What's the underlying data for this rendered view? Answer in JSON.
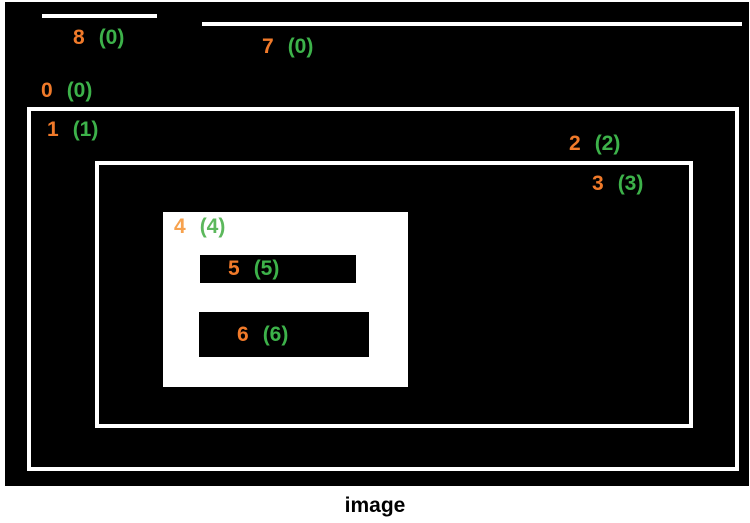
{
  "colors": {
    "background": "#000000",
    "stroke": "#ffffff",
    "index_label": "#f07a2a",
    "parent_label": "#3db24a"
  },
  "caption": "image",
  "contours": [
    {
      "id": "8",
      "index": "8",
      "parent": "(0)",
      "shape": "line"
    },
    {
      "id": "7",
      "index": "7",
      "parent": "(0)",
      "shape": "line"
    },
    {
      "id": "0",
      "index": "0",
      "parent": "(0)",
      "shape": "rectangle-outer-edge"
    },
    {
      "id": "1",
      "index": "1",
      "parent": "(1)",
      "shape": "rectangle-inner-edge"
    },
    {
      "id": "2",
      "index": "2",
      "parent": "(2)",
      "shape": "rectangle-outer-edge"
    },
    {
      "id": "3",
      "index": "3",
      "parent": "(3)",
      "shape": "rectangle-inner-edge"
    },
    {
      "id": "4",
      "index": "4",
      "parent": "(4)",
      "shape": "filled-rectangle"
    },
    {
      "id": "5",
      "index": "5",
      "parent": "(5)",
      "shape": "hole"
    },
    {
      "id": "6",
      "index": "6",
      "parent": "(6)",
      "shape": "hole"
    }
  ]
}
